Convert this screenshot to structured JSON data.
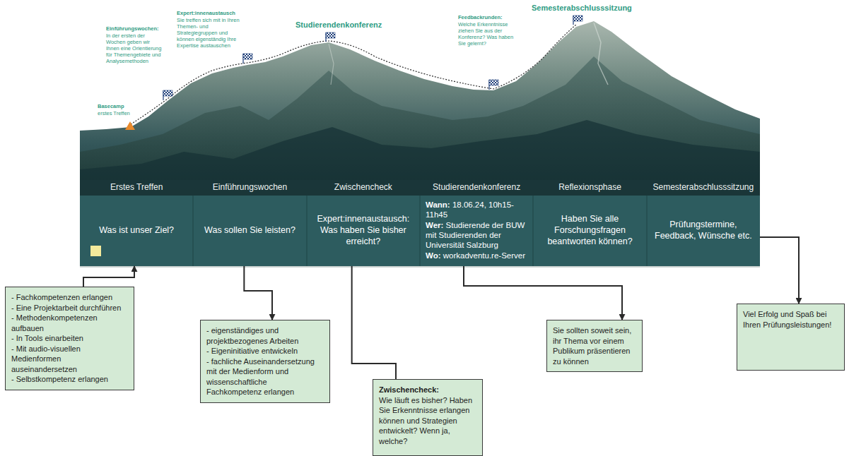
{
  "diagram": {
    "nodes": [
      {
        "text": [
          "Erstes Treffen",
          "Was ist unser Ziel?"
        ]
      },
      {
        "text": [
          "Einführungswochen",
          "Was sollen Sie leisten?"
        ]
      },
      {
        "text": [
          "Zwischencheck",
          "Expert:innenaustausch: Was haben Sie bisher erreicht?"
        ]
      },
      {
        "text": [
          "Studierendenkonferenz",
          "Wann: 18.06.24, 10h15-11h45",
          "Wer: Studierende der BUW mit Studierenden der Universität Salzburg",
          "Wo: workadventu.re-Server"
        ]
      },
      {
        "text": [
          "Reflexionsphase",
          "Haben Sie alle Forschungsfragen beantworten können?"
        ]
      },
      {
        "text": [
          "Semesterabschlusssitzung",
          "Prüfungstermine, Feedback, Wünsche etc."
        ]
      },
      {
        "text": [
          "- Fachkompetenzen erlangen",
          "- Eine Projektarbeit durchführen",
          "- Methodenkompetenzen aufbauen",
          "- In Tools einarbeiten",
          "- Mit audio-visuellen Medienformen auseinandersetzen",
          "- Selbstkompetenz erlangen"
        ]
      },
      {
        "text": [
          "- eigenständiges und projektbezogenes Arbeiten",
          "- Eigeninitiative entwickeln",
          "- fachliche Auseinandersetzung mit der Medienform und wissenschaftliche Fachkompetenz erlangen"
        ]
      },
      {
        "text": [
          "Zwischencheck:",
          "Wie läuft es bisher? Haben Sie Erkenntnisse erlangen können und Strategien entwickelt? Wenn ja, welche?"
        ]
      },
      {
        "text": [
          "Sie sollten soweit sein, ihr Thema vor einem Publikum präsentieren zu können"
        ]
      },
      {
        "text": [
          "Viel Erfolg und Spaß bei Ihren Prüfungsleistungen!"
        ]
      }
    ],
    "edges": [
      {
        "from": 6,
        "to": 0,
        "arrow": "to"
      },
      {
        "from": 1,
        "to": 7,
        "arrow": "to"
      },
      {
        "from": 2,
        "to": 8,
        "arrow": "none"
      },
      {
        "from": 3,
        "to": 9,
        "arrow": "to"
      },
      {
        "from": 5,
        "to": 10,
        "arrow": "to"
      }
    ],
    "labels": [
      "Basecamp",
      "erstes Treffen",
      "Einführungswochen:",
      "In der ersten der Wochen geben wir Ihnen eine Orientierung für Themengebiete und Analysemethoden",
      "Expert:innenaustausch",
      "Sie treffen sich mit in Ihren Themen- und Strategiegruppen und können eigenständig Ihre Expertise austauschen",
      "Studierendenkonferenz",
      "Feedbackrunden:",
      "Welche Erkenntnisse ziehen Sie aus der Konferenz? Was haben Sie gelernt?",
      "Semesterabschlusssitzung"
    ]
  }
}
